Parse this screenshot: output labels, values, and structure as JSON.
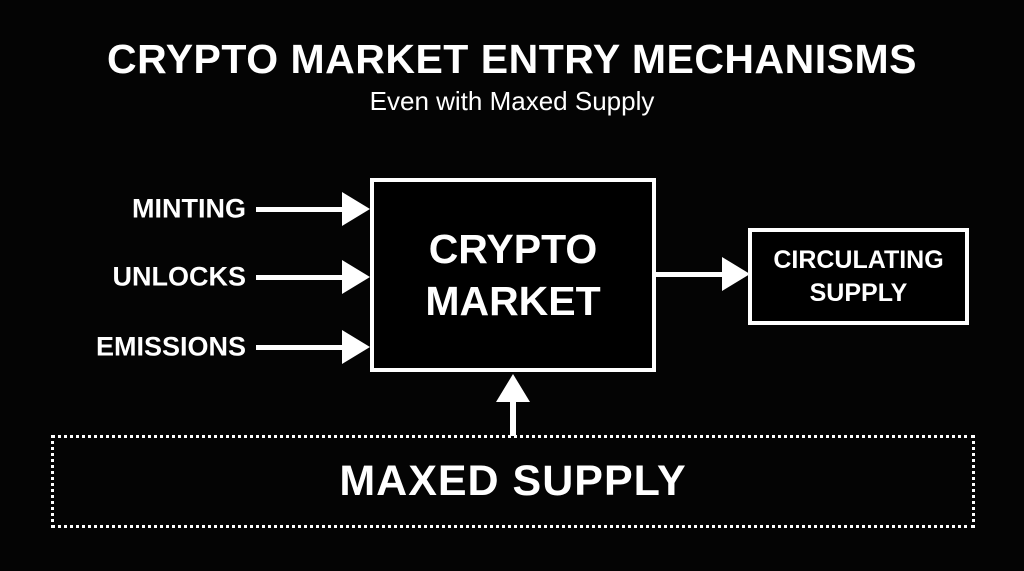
{
  "title": "CRYPTO MARKET ENTRY MECHANISMS",
  "subtitle": "Even with Maxed Supply",
  "diagram": {
    "inputs": [
      {
        "label": "MINTING"
      },
      {
        "label": "UNLOCKS"
      },
      {
        "label": "EMISSIONS"
      }
    ],
    "center_box": {
      "label": "CRYPTO MARKET"
    },
    "output_box": {
      "label": "CIRCULATING SUPPLY"
    },
    "bottom_box": {
      "label": "MAXED SUPPLY"
    },
    "colors": {
      "background": "#040404",
      "text": "#ffffff",
      "border": "#ffffff",
      "arrow": "#ffffff"
    }
  }
}
